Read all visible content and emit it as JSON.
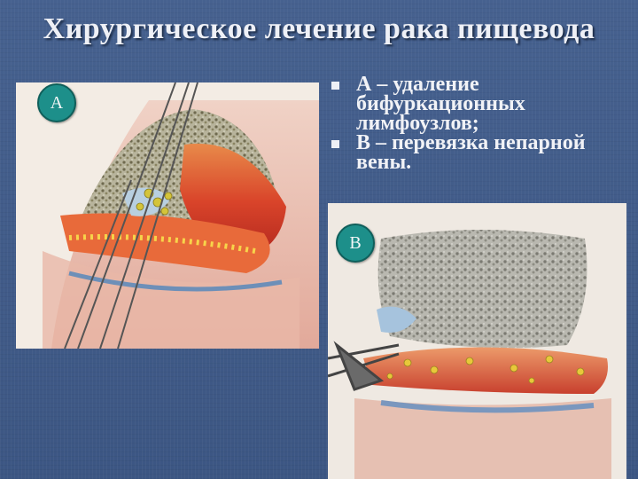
{
  "slide": {
    "title": "Хирургическое лечение рака пищевода",
    "figure_a_label": "А",
    "figure_b_label": "В",
    "bullets": [
      "А – удаление бифуркационных лимфоузлов;",
      "В – перевязка непарной вены."
    ]
  },
  "colors": {
    "background": "#3f5a86",
    "badge": "#1d8f8a",
    "text": "#f1f2f6"
  }
}
